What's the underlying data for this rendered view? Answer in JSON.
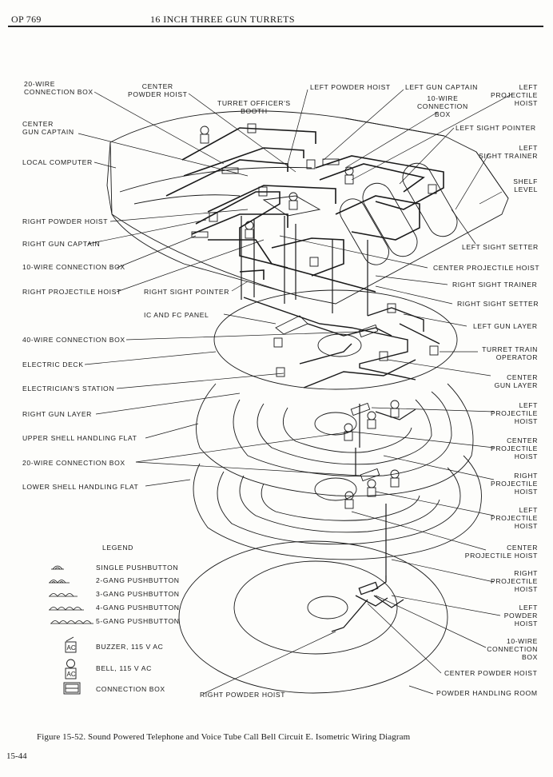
{
  "header": {
    "doc_id": "OP 769",
    "title": "16 INCH THREE GUN TURRETS"
  },
  "labels": {
    "wire20_box_top": [
      "20-WIRE",
      "CONNECTION BOX"
    ],
    "center_powder_hoist_top": [
      "CENTER",
      "POWDER HOIST"
    ],
    "turret_officers_booth": [
      "TURRET OFFICER'S",
      "BOOTH"
    ],
    "left_powder_hoist_top": "LEFT POWDER HOIST",
    "left_gun_captain": "LEFT GUN CAPTAIN",
    "left_projectile_hoist_top": [
      "LEFT",
      "PROJECTILE",
      "HOIST"
    ],
    "wire10_box_top": [
      "10-WIRE",
      "CONNECTION",
      "BOX"
    ],
    "center_gun_captain": [
      "CENTER",
      "GUN CAPTAIN"
    ],
    "left_sight_pointer": "LEFT SIGHT POINTER",
    "left_sight_trainer": [
      "LEFT",
      "SIGHT TRAINER"
    ],
    "local_computer": "LOCAL COMPUTER",
    "shelf_level": [
      "SHELF",
      "LEVEL"
    ],
    "right_powder_hoist_top": "RIGHT POWDER HOIST",
    "right_gun_captain": "RIGHT GUN CAPTAIN",
    "left_sight_setter": "LEFT SIGHT SETTER",
    "wire10_box_left": "10-WIRE CONNECTION BOX",
    "center_projectile_hoist_top": "CENTER PROJECTILE HOIST",
    "right_projectile_hoist_top": "RIGHT PROJECTILE HOIST",
    "right_sight_pointer": "RIGHT SIGHT POINTER",
    "right_sight_trainer": "RIGHT SIGHT TRAINER",
    "right_sight_setter": "RIGHT SIGHT SETTER",
    "ic_fc_panel": "IC AND FC PANEL",
    "left_gun_layer": "LEFT GUN LAYER",
    "wire40_box": "40-WIRE CONNECTION BOX",
    "turret_train_operator": [
      "TURRET TRAIN",
      "OPERATOR"
    ],
    "electric_deck": "ELECTRIC DECK",
    "center_gun_layer": [
      "CENTER",
      "GUN LAYER"
    ],
    "electricians_station": "ELECTRICIAN'S STATION",
    "left_projectile_hoist_upper": [
      "LEFT",
      "PROJECTILE",
      "HOIST"
    ],
    "right_gun_layer": "RIGHT GUN LAYER",
    "center_projectile_hoist_upper": [
      "CENTER",
      "PROJECTILE",
      "HOIST"
    ],
    "upper_shell_handling_flat": "UPPER SHELL HANDLING FLAT",
    "wire20_box_mid": "20-WIRE CONNECTION BOX",
    "right_projectile_hoist_upper": [
      "RIGHT",
      "PROJECTILE",
      "HOIST"
    ],
    "lower_shell_handling_flat": "LOWER SHELL HANDLING FLAT",
    "left_projectile_hoist_lower": [
      "LEFT",
      "PROJECTILE",
      "HOIST"
    ],
    "center_projectile_hoist_lower": [
      "CENTER",
      "PROJECTILE HOIST"
    ],
    "right_projectile_hoist_lower": [
      "RIGHT",
      "PROJECTILE",
      "HOIST"
    ],
    "left_powder_hoist_bottom": [
      "LEFT",
      "POWDER",
      "HOIST"
    ],
    "wire10_box_bottom": [
      "10-WIRE",
      "CONNECTION",
      "BOX"
    ],
    "center_powder_hoist_bottom": "CENTER POWDER HOIST",
    "right_powder_hoist_bottom": "RIGHT POWDER HOIST",
    "powder_handling_room": "POWDER HANDLING ROOM"
  },
  "legend": {
    "title": "LEGEND",
    "items": [
      {
        "symbol": "single-pushbutton-icon",
        "label": "SINGLE PUSHBUTTON"
      },
      {
        "symbol": "2-gang-pushbutton-icon",
        "label": "2-GANG PUSHBUTTON"
      },
      {
        "symbol": "3-gang-pushbutton-icon",
        "label": "3-GANG PUSHBUTTON"
      },
      {
        "symbol": "4-gang-pushbutton-icon",
        "label": "4-GANG PUSHBUTTON"
      },
      {
        "symbol": "5-gang-pushbutton-icon",
        "label": "5-GANG PUSHBUTTON"
      },
      {
        "symbol": "buzzer-icon",
        "label": "BUZZER, 115 V AC"
      },
      {
        "symbol": "bell-icon",
        "label": "BELL, 115 V AC"
      },
      {
        "symbol": "connection-box-icon",
        "label": "CONNECTION BOX"
      }
    ],
    "ac_mark": "AC"
  },
  "caption": "Figure 15-52.  Sound Powered Telephone and Voice Tube Call Bell Circuit E.  Isometric Wiring Diagram",
  "page_number": "15-44",
  "colors": {
    "ink": "#1a1a1a",
    "paper": "#fdfdfb"
  }
}
